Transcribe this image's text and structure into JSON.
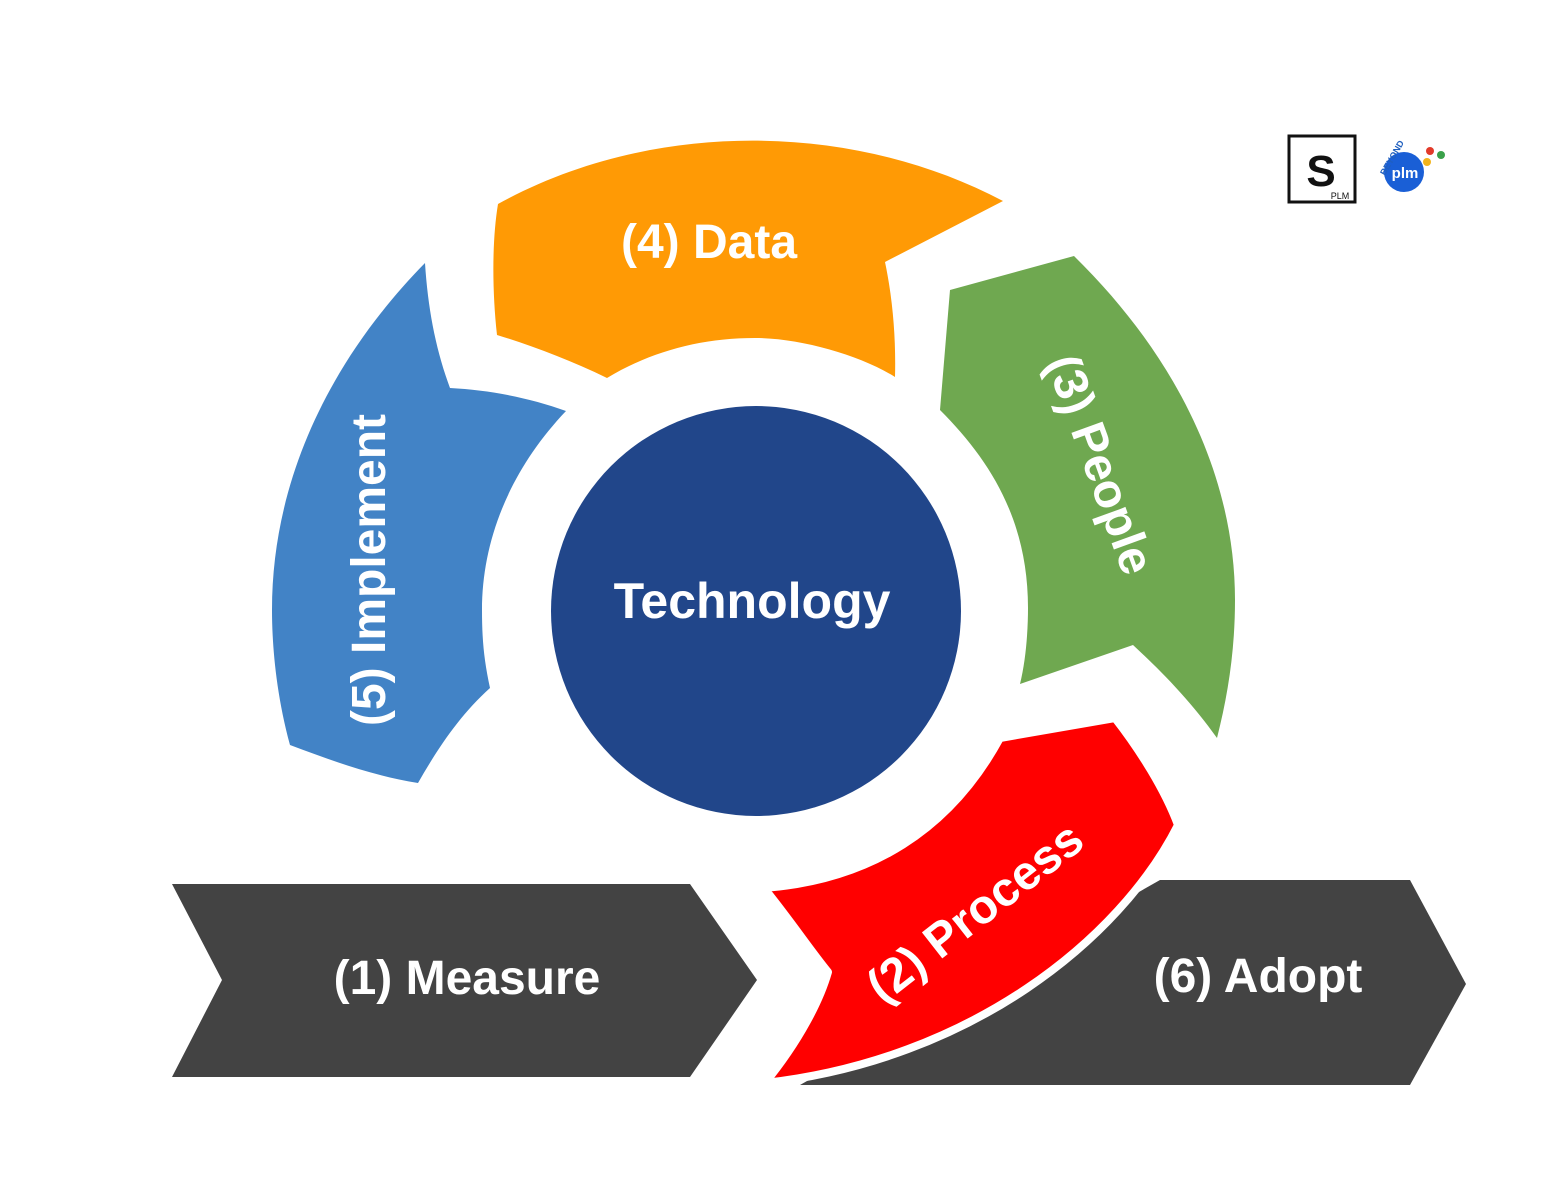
{
  "center": {
    "label": "Technology",
    "color": "#21468A"
  },
  "steps": {
    "measure": {
      "label": "(1) Measure",
      "color": "#434343"
    },
    "process": {
      "label": "(2) Process",
      "color": "#FF0000"
    },
    "people": {
      "label": "(3) People",
      "color": "#6FA850"
    },
    "data": {
      "label": "(4) Data",
      "color": "#FF9A05"
    },
    "implement": {
      "label": "(5) Implement",
      "color": "#4283C6"
    },
    "adopt": {
      "label": "(6) Adopt",
      "color": "#434343"
    }
  },
  "logos": {
    "splm": {
      "letter": "S",
      "sub": "PLM"
    },
    "beyondplm": {
      "top": "BEYOND",
      "main": "plm"
    }
  }
}
